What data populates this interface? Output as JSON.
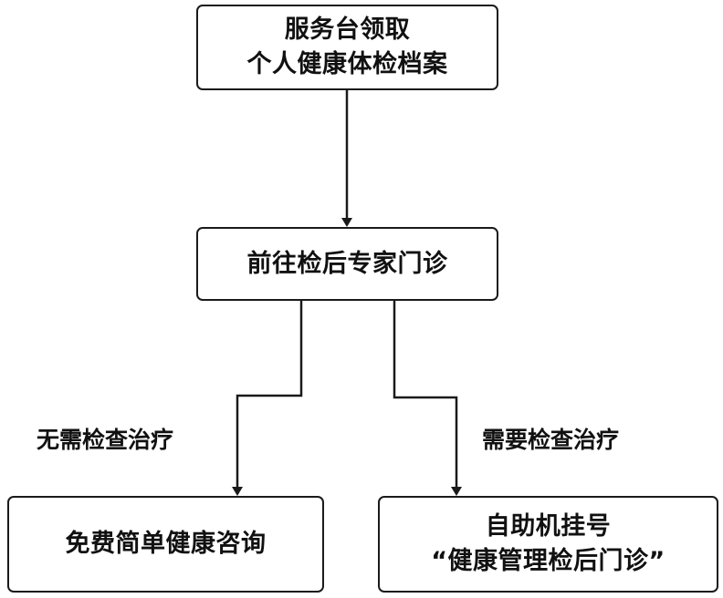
{
  "colors": {
    "stroke": "#1a1a1a",
    "text": "#111111",
    "background": "#ffffff"
  },
  "nodes": {
    "start": {
      "line1": "服务台领取",
      "line2": "个人健康体检档案"
    },
    "expert_clinic": {
      "line1": "前往检后专家门诊"
    },
    "free_consult": {
      "line1": "免费简单健康咨询"
    },
    "self_registration": {
      "line1": "自助机挂号",
      "line2": "“健康管理检后门诊”"
    }
  },
  "edges": {
    "no_treatment": "无需检查治疗",
    "need_treatment": "需要检查治疗"
  }
}
